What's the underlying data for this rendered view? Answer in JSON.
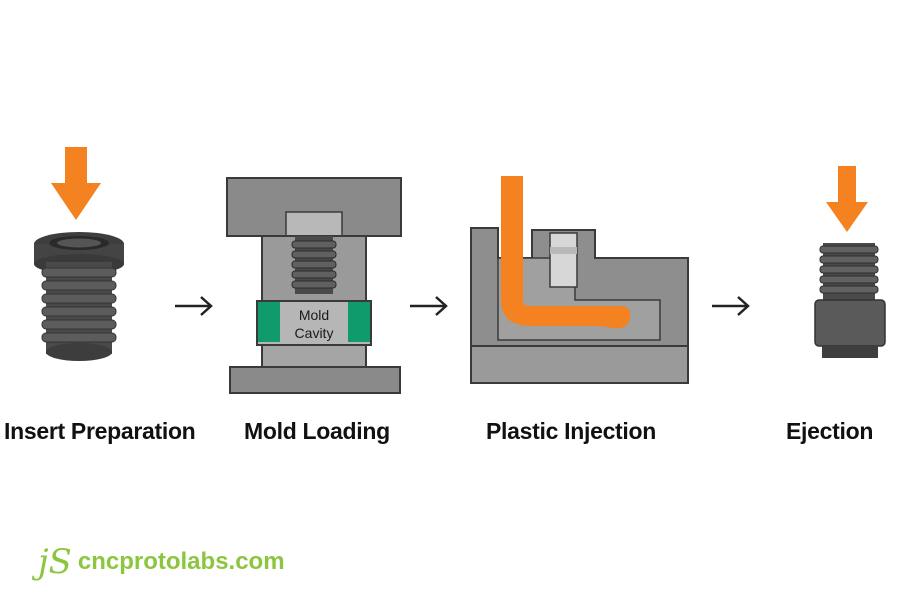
{
  "steps": [
    {
      "label": "Insert Preparation"
    },
    {
      "label": "Mold Loading"
    },
    {
      "label": "Plastic Injection"
    },
    {
      "label": "Ejection"
    }
  ],
  "mold_cavity": {
    "line1": "Mold",
    "line2": "Cavity"
  },
  "brand": {
    "mark": "jS",
    "domain": "cncprotolabs.com"
  },
  "colors": {
    "accent_orange": "#f58220",
    "mold_green": "#0f9b6b",
    "steel_gray": "#8a8a8a",
    "dark_steel": "#4a4a4a",
    "brand_green": "#8cc63f"
  },
  "icons": [
    "down-arrow-icon",
    "right-arrow-icon",
    "threaded-insert-icon",
    "mold-press-icon",
    "injection-mold-icon",
    "ejected-part-icon"
  ]
}
